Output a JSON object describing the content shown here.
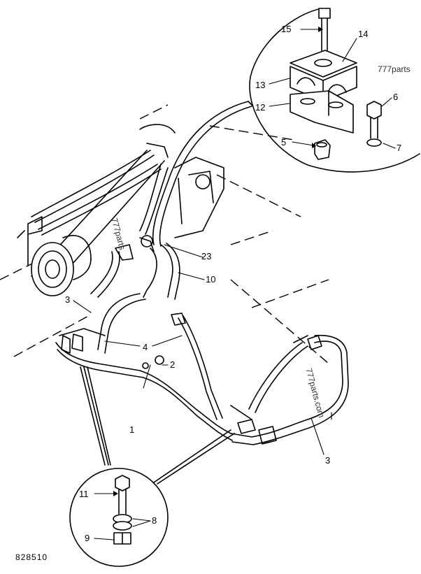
{
  "callouts": {
    "c1": "1",
    "c2": "2",
    "c3a": "3",
    "c3b": "3",
    "c4": "4",
    "c5": "5",
    "c6": "6",
    "c7": "7",
    "c8": "8",
    "c9": "9",
    "c10": "10",
    "c11": "11",
    "c12": "12",
    "c13": "13",
    "c14": "14",
    "c15": "15",
    "c23": "23"
  },
  "watermarks": {
    "top_right": "777parts",
    "left_rotated": "777parts",
    "right_rotated": "777parts.com"
  },
  "figure_number": "828510"
}
